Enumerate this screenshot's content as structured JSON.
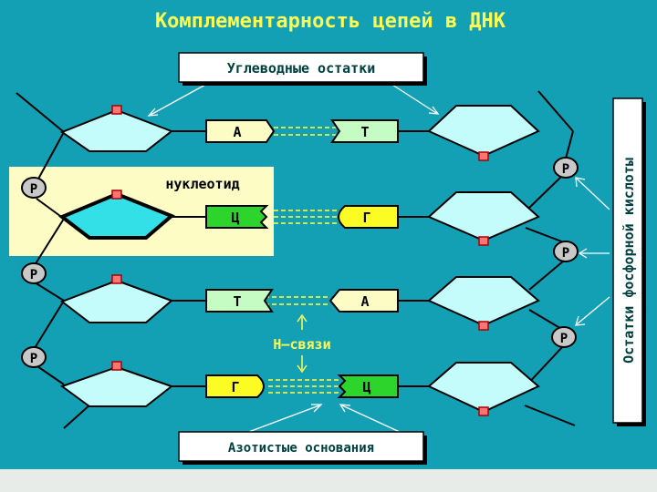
{
  "title": "Комплементарность цепей в ДНК",
  "labels": {
    "sugar_residues": "Углеводные остатки",
    "nucleotide": "нуклеотид",
    "h_bonds": "Н–связи",
    "nitrogen_bases": "Азотистые основания",
    "phosphate_residues": "Остатки фосфорной кислоты"
  },
  "phosphate_symbol": "Р",
  "pairs": [
    {
      "left": "А",
      "right": "Т",
      "left_color": "#fcfcc4",
      "right_color": "#c4fcc4"
    },
    {
      "left": "Ц",
      "right": "Г",
      "left_color": "#2cd42c",
      "right_color": "#fcfc24"
    },
    {
      "left": "Т",
      "right": "А",
      "left_color": "#c4fcc4",
      "right_color": "#fcfcc4"
    },
    {
      "left": "Г",
      "right": "Ц",
      "left_color": "#fcfc24",
      "right_color": "#2cd42c"
    }
  ],
  "colors": {
    "background": "#14a0b4",
    "title_text": "#fcfc54",
    "sugar_fill": "#c4fcfc",
    "highlight_sugar": "#34e0e8",
    "nucleotide_panel": "#fcfcc4",
    "bottom_band": "#e8ece8"
  }
}
